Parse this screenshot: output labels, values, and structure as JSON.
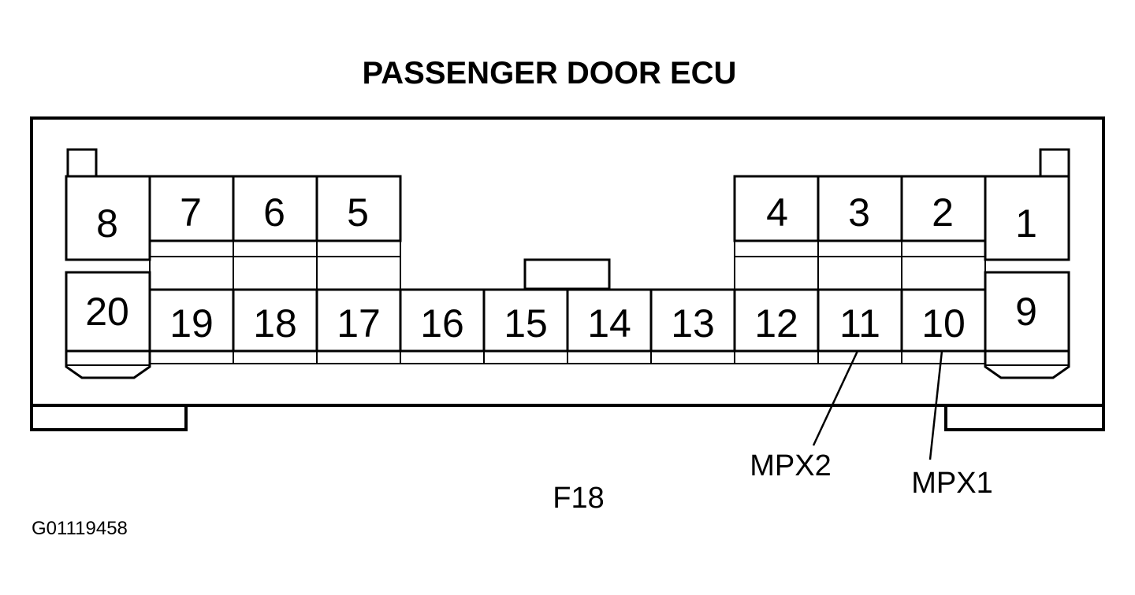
{
  "title": "PASSENGER DOOR ECU",
  "connector_id": "F18",
  "figure_code": "G01119458",
  "pins": {
    "p1": "1",
    "p2": "2",
    "p3": "3",
    "p4": "4",
    "p5": "5",
    "p6": "6",
    "p7": "7",
    "p8": "8",
    "p9": "9",
    "p10": "10",
    "p11": "11",
    "p12": "12",
    "p13": "13",
    "p14": "14",
    "p15": "15",
    "p16": "16",
    "p17": "17",
    "p18": "18",
    "p19": "19",
    "p20": "20"
  },
  "signals": {
    "mpx2": "MPX2",
    "mpx1": "MPX1"
  }
}
